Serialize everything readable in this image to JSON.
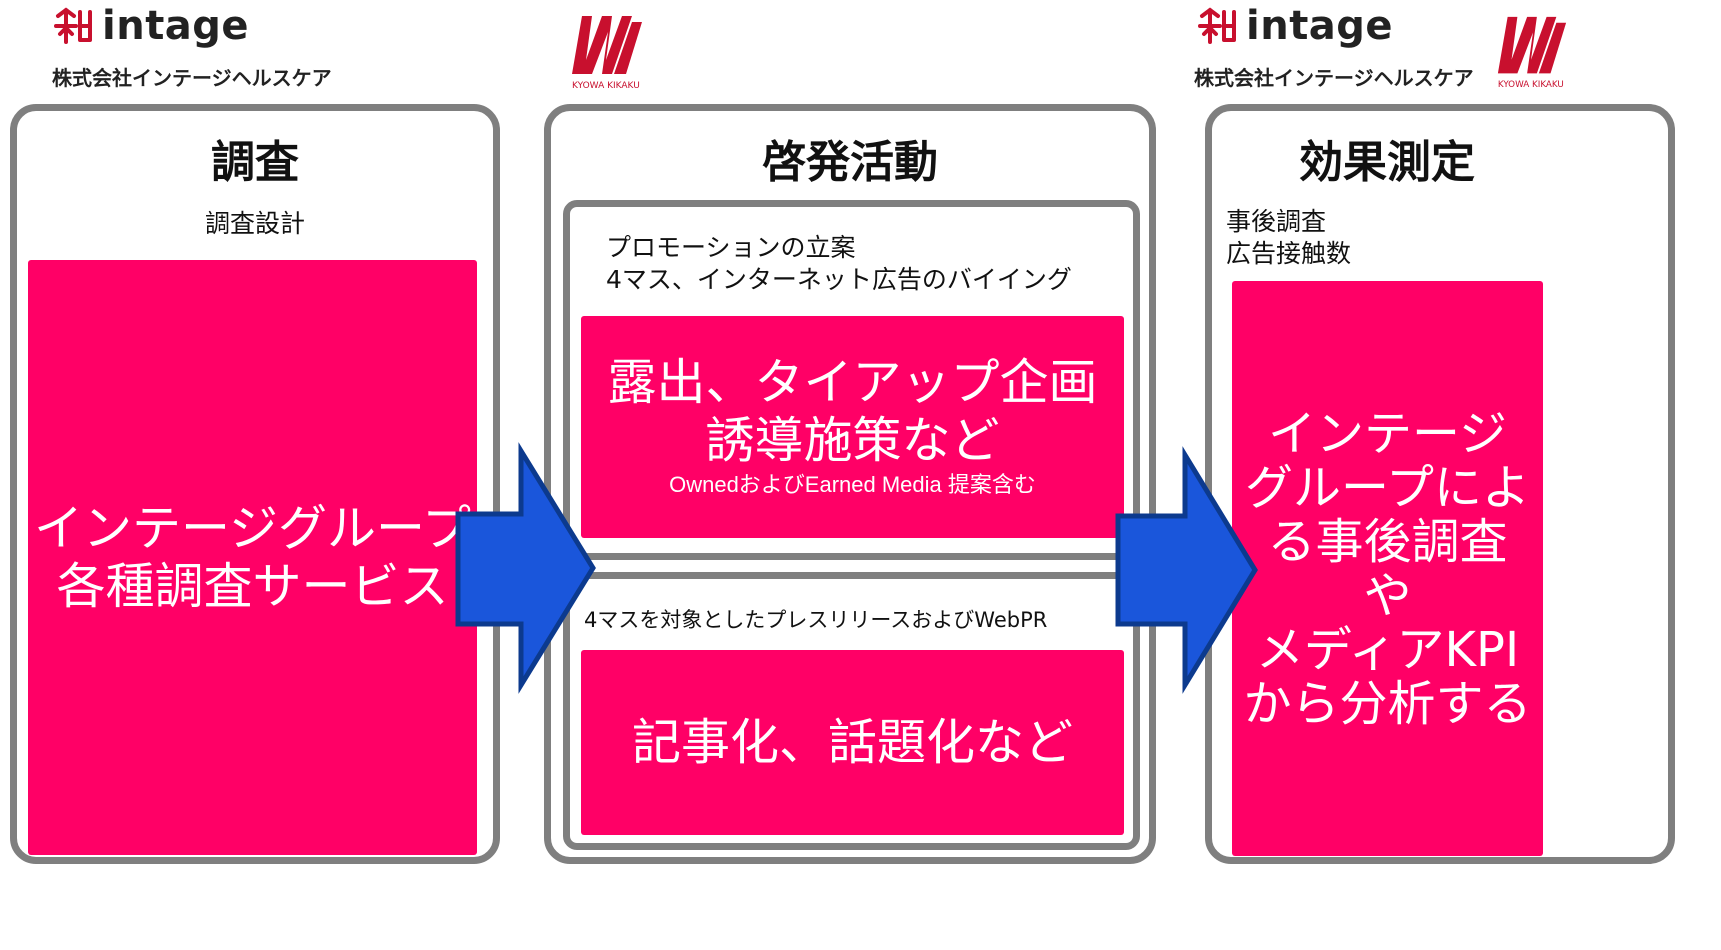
{
  "logos": {
    "intage_word": "intage",
    "intage_company": "株式会社インテージヘルスケア",
    "kyowa_caption": "KYOWA KIKAKU",
    "brand_color": "#c8102e"
  },
  "left_panel": {
    "heading": "調査",
    "note": "調査設計",
    "box_line1": "インテージグループ",
    "box_line2": "各種調査サービス"
  },
  "middle_panel": {
    "heading": "啓発活動",
    "top": {
      "note_line1": "プロモーションの立案",
      "note_line2": "4マス、インターネット広告のバイイング",
      "box_line1": "露出、タイアップ企画",
      "box_line2": "誘導施策など",
      "box_sub": "OwnedおよびEarned Media 提案含む"
    },
    "bottom": {
      "note": "4マスを対象としたプレスリリースおよびWebPR",
      "box_text": "記事化、話題化など"
    }
  },
  "right_panel": {
    "heading": "効果測定",
    "note_line1": "事後調査",
    "note_line2": "広告接触数",
    "box_lines": [
      "インテージ",
      "グループによ",
      "る事後調査",
      "や",
      "メディアKPI",
      "から分析する"
    ]
  },
  "colors": {
    "pink": "#ff0066",
    "panel_border": "#7f7f7f",
    "arrow_fill": "#1a56db",
    "arrow_stroke": "#0c3a8e"
  },
  "icons": [
    "intage-mark-icon",
    "kyowa-logo-icon",
    "right-arrow-icon"
  ]
}
